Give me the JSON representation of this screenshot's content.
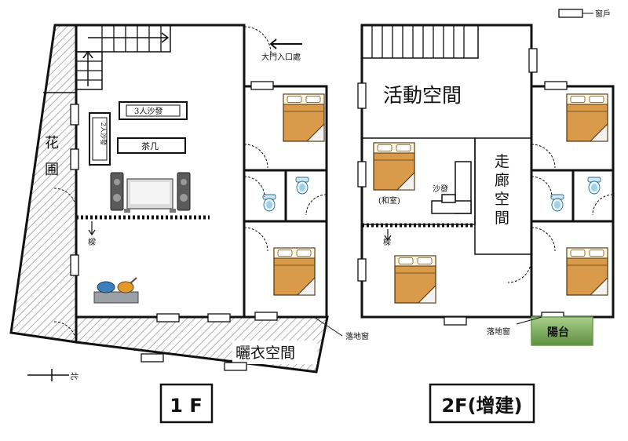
{
  "legend": {
    "window_label": "窗戶"
  },
  "compass": {
    "north_label": "北"
  },
  "floor1": {
    "title": "1 F",
    "entrance_label": "大門入口處",
    "garden_label": "花圃",
    "sofa3_label": "3人沙發",
    "sofa2_label": "2人沙發",
    "coffee_table_label": "茶几",
    "beam_label": "樑",
    "drying_label": "曬衣空間",
    "french_window_label": "落地窗"
  },
  "floor2": {
    "title": "2F(增建)",
    "activity_label": "活動空間",
    "corridor_label": "走廊空間",
    "washitsu_label": "(和室)",
    "sofa_label": "沙發",
    "beam_label": "樑",
    "french_window_label": "落地窗",
    "balcony_label": "陽台",
    "balcony_color": "#6a9a4a"
  }
}
